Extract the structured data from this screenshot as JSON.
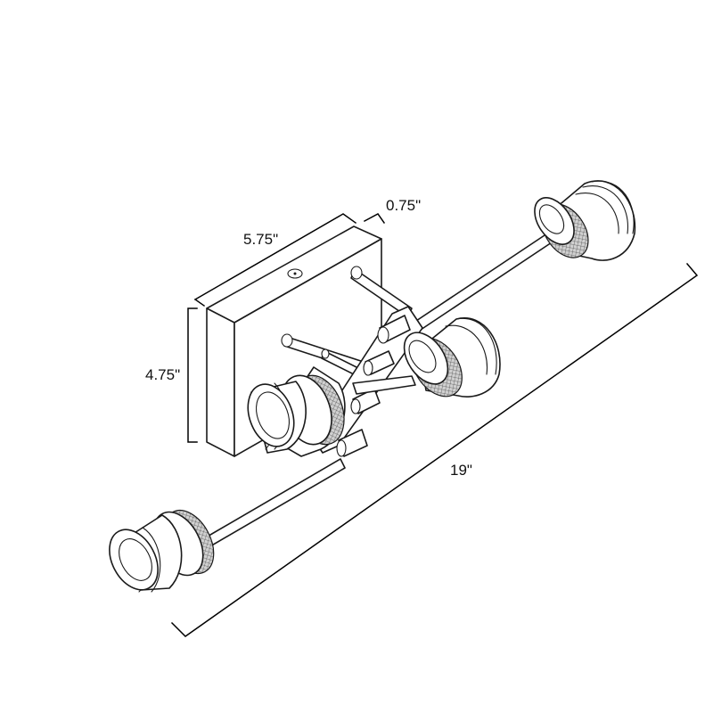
{
  "dimensions": {
    "depth": "0.75\"",
    "plate_width": "5.75\"",
    "plate_height": "4.75\"",
    "overall_length": "19\""
  }
}
